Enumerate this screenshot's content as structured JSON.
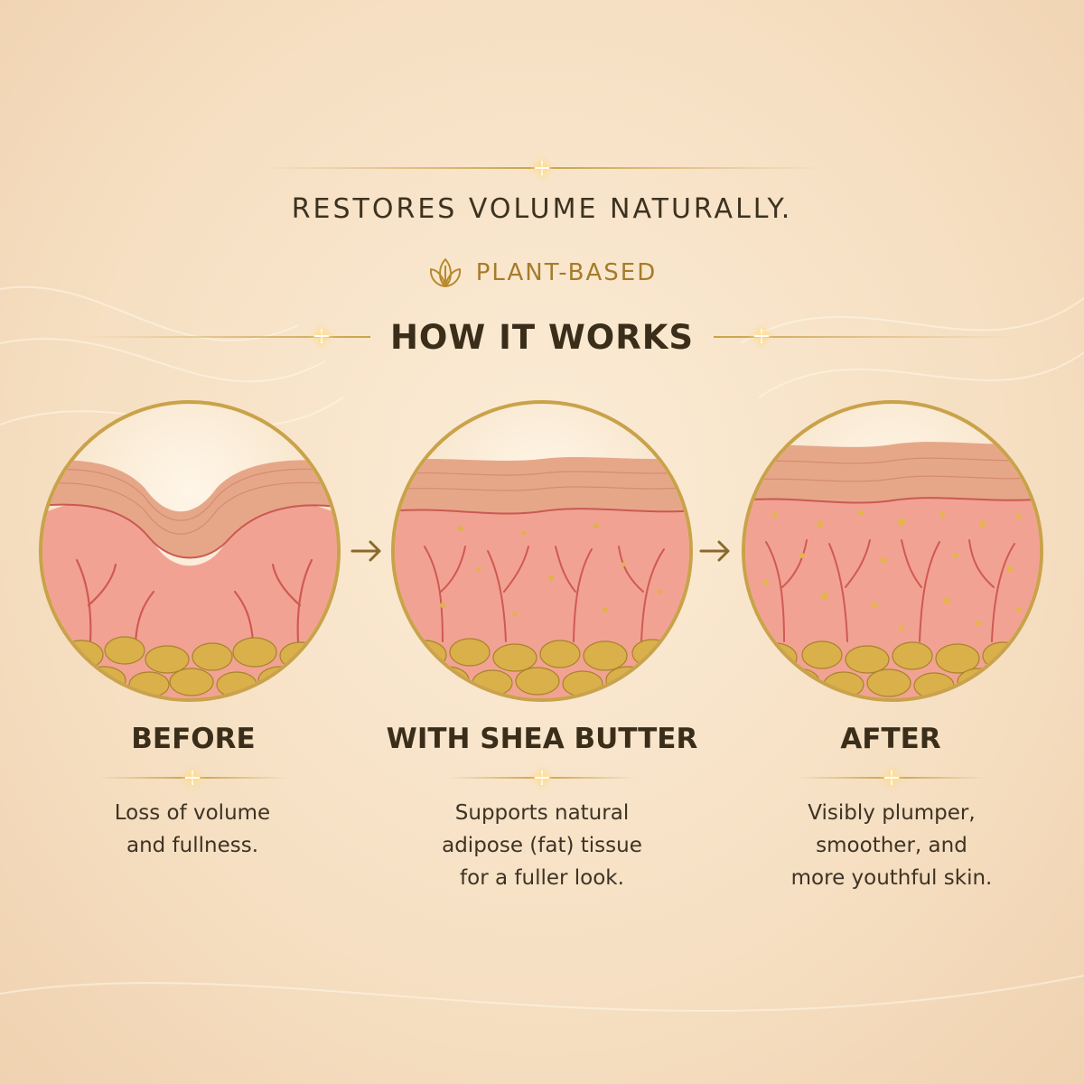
{
  "header": {
    "title": "RESTORES VOLUME NATURALLY.",
    "badge_label": "PLANT-BASED",
    "badge_icon": "leaf-icon",
    "section_title": "HOW IT WORKS"
  },
  "stages": [
    {
      "label": "BEFORE",
      "lines": [
        "Loss of volume",
        "and fullness."
      ]
    },
    {
      "label": "WITH SHEA BUTTER",
      "lines": [
        "Supports natural",
        "adipose (fat) tissue",
        "for a fuller look."
      ]
    },
    {
      "label": "AFTER",
      "lines": [
        "Visibly plumper,",
        "smoother, and",
        "more youthful skin."
      ]
    }
  ],
  "icons": {
    "arrow": "arrow-right-icon",
    "sparkle": "sparkle-icon"
  },
  "colors": {
    "gold": "#b88a2e",
    "text_dark": "#3a2e1a",
    "skin_top": "#e8a789",
    "dermis": "#f2a293",
    "vessel": "#cf5a52",
    "fat": "#d9b04a",
    "background": "#f8e6cc"
  }
}
